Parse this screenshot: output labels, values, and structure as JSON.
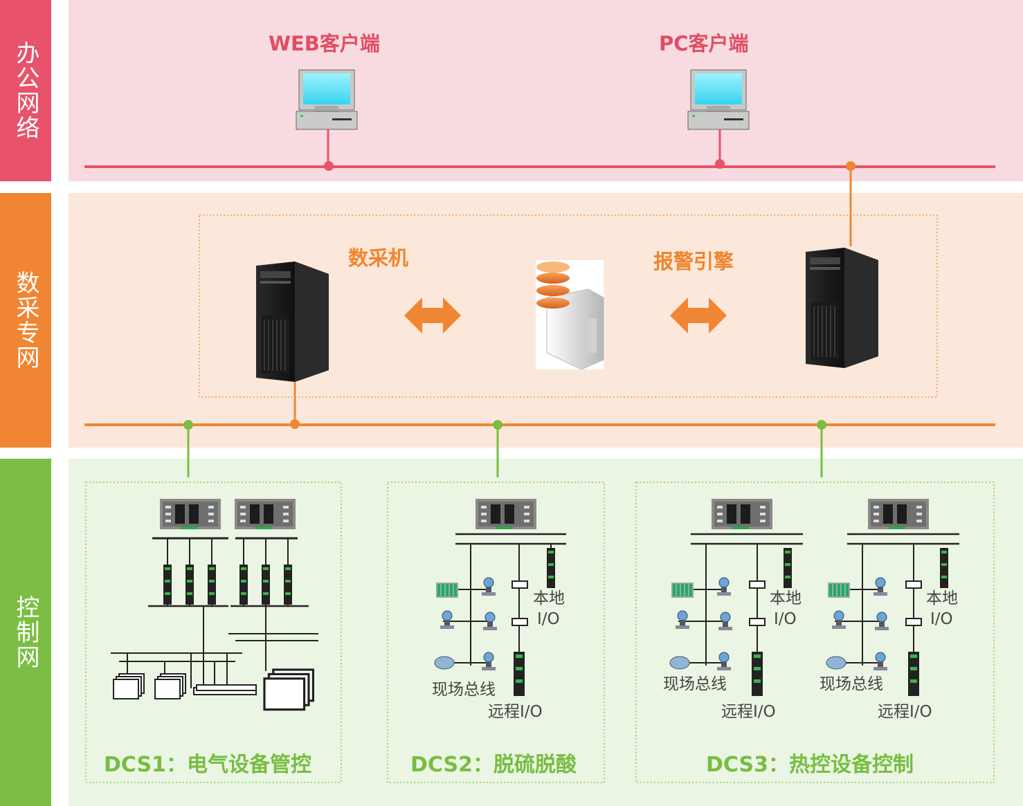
{
  "bands": {
    "office": {
      "label": "办公网络",
      "color": "#e8526a",
      "bg": "#f8dbe0"
    },
    "collect": {
      "label": "数采专网",
      "color": "#f08633",
      "bg": "#fce8da"
    },
    "control": {
      "label": "控制网",
      "color": "#7bbe43",
      "bg": "#eaf5e3"
    }
  },
  "office": {
    "web_client": "WEB客户端",
    "pc_client": "PC客户端"
  },
  "collect": {
    "acquisition": "数采机",
    "alarm_engine": "报警引擎"
  },
  "dcs": [
    {
      "title": "DCS1：电气设备管控"
    },
    {
      "title": "DCS2：脱硫脱酸",
      "field_bus": "现场总线",
      "local_io": [
        "本地",
        "I/O"
      ],
      "remote_io": "远程I/O"
    },
    {
      "title": "DCS3：热控设备控制",
      "field_bus_a": "现场总线",
      "local_io_a": [
        "本地",
        "I/O"
      ],
      "remote_io_a": "远程I/O",
      "field_bus_b": "现场总线",
      "local_io_b": [
        "本地",
        "I/O"
      ],
      "remote_io_b": "远程I/O"
    }
  ],
  "colors": {
    "red_line": "#e8526a",
    "orange_line": "#f08633",
    "green_line": "#7bbe43"
  }
}
